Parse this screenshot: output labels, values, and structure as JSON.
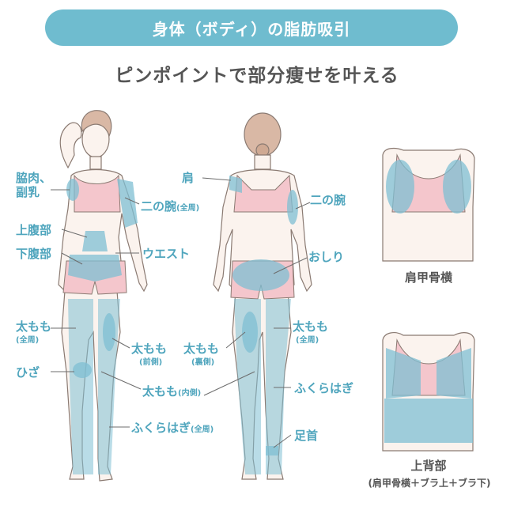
{
  "header": {
    "title": "身体（ボディ）の脂肪吸引",
    "subtitle": "ピンポイントで部分痩せを叶える"
  },
  "front_labels": {
    "armpit": "脇肉、",
    "armpit2": "副乳",
    "upper_arm": "二の腕",
    "upper_arm_note": "(全周)",
    "upper_abdomen": "上腹部",
    "lower_abdomen": "下腹部",
    "waist": "ウエスト",
    "thigh": "太もも",
    "thigh_note": "(全周)",
    "knee": "ひざ",
    "thigh_front": "太もも",
    "thigh_front_note": "(前側)",
    "thigh_inner": "太もも",
    "thigh_inner_note": "(内側)",
    "calf": "ふくらはぎ",
    "calf_note": "(全周)"
  },
  "back_labels": {
    "shoulder": "肩",
    "upper_arm": "二の腕",
    "buttocks": "おしり",
    "thigh_back": "太もも",
    "thigh_back_note": "(裏側)",
    "thigh": "太もも",
    "thigh_note": "(全周)",
    "calf": "ふくらはぎ",
    "ankle": "足首"
  },
  "side_panels": {
    "scapula_caption": "肩甲骨横",
    "upper_back_caption": "上背部",
    "upper_back_note": "(肩甲骨横＋ブラ上＋ブラ下)"
  },
  "colors": {
    "banner": "#6fbccf",
    "label": "#4fa5bd",
    "highlight": "#7fbfd3",
    "bra": "#f4c6cc",
    "skin": "#fbf3ee",
    "outline": "#8a7a72"
  }
}
